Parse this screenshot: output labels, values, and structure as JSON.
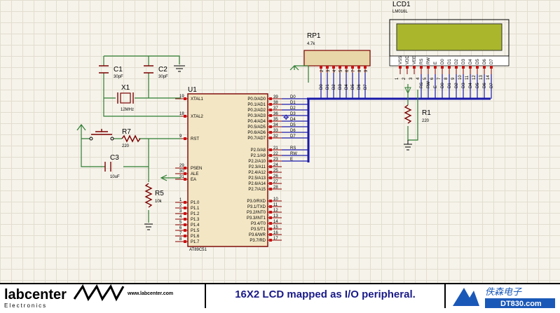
{
  "lcd": {
    "ref": "LCD1",
    "model": "LM016L",
    "pins": [
      "VSS",
      "VDD",
      "VEE",
      "RS",
      "RW",
      "E",
      "D0",
      "D1",
      "D2",
      "D3",
      "D4",
      "D5",
      "D6",
      "D7"
    ],
    "pin_nums": [
      "1",
      "2",
      "3",
      "4",
      "5",
      "6",
      "7",
      "8",
      "9",
      "10",
      "11",
      "12",
      "13",
      "14"
    ]
  },
  "rp1": {
    "ref": "RP1",
    "value": "4.7k",
    "pins": [
      "D0",
      "D1",
      "D2",
      "D3",
      "D4",
      "D5",
      "D6",
      "D7"
    ],
    "pin_nums": [
      "2",
      "3",
      "4",
      "5",
      "6",
      "7",
      "8",
      "9"
    ]
  },
  "mcu": {
    "ref": "U1",
    "part": "AT89C51",
    "left_pins": [
      {
        "num": "19",
        "name": "XTAL1"
      },
      {
        "num": "18",
        "name": "XTAL2"
      },
      {
        "num": "9",
        "name": "RST"
      },
      {
        "num": "29",
        "name": "PSEN"
      },
      {
        "num": "30",
        "name": "ALE"
      },
      {
        "num": "31",
        "name": "EA"
      },
      {
        "num": "1",
        "name": "P1.0"
      },
      {
        "num": "2",
        "name": "P1.1"
      },
      {
        "num": "3",
        "name": "P1.2"
      },
      {
        "num": "4",
        "name": "P1.3"
      },
      {
        "num": "5",
        "name": "P1.4"
      },
      {
        "num": "6",
        "name": "P1.5"
      },
      {
        "num": "7",
        "name": "P1.6"
      },
      {
        "num": "8",
        "name": "P1.7"
      }
    ],
    "right_pins": [
      {
        "num": "39",
        "name": "P0.0/AD0"
      },
      {
        "num": "38",
        "name": "P0.1/AD1"
      },
      {
        "num": "37",
        "name": "P0.2/AD2"
      },
      {
        "num": "36",
        "name": "P0.3/AD3"
      },
      {
        "num": "35",
        "name": "P0.4/AD4"
      },
      {
        "num": "34",
        "name": "P0.5/AD5"
      },
      {
        "num": "33",
        "name": "P0.6/AD6"
      },
      {
        "num": "32",
        "name": "P0.7/AD7"
      },
      {
        "num": "21",
        "name": "P2.0/A8"
      },
      {
        "num": "22",
        "name": "P2.1/A9"
      },
      {
        "num": "23",
        "name": "P2.2/A10"
      },
      {
        "num": "24",
        "name": "P2.3/A11"
      },
      {
        "num": "25",
        "name": "P2.4/A12"
      },
      {
        "num": "26",
        "name": "P2.5/A13"
      },
      {
        "num": "27",
        "name": "P2.6/A14"
      },
      {
        "num": "28",
        "name": "P2.7/A15"
      },
      {
        "num": "10",
        "name": "P3.0/RXD"
      },
      {
        "num": "11",
        "name": "P3.1/TXD"
      },
      {
        "num": "12",
        "name": "P3.2/INT0"
      },
      {
        "num": "13",
        "name": "P3.3/INT1"
      },
      {
        "num": "14",
        "name": "P3.4/T0"
      },
      {
        "num": "15",
        "name": "P3.5/T1"
      },
      {
        "num": "16",
        "name": "P3.6/WR"
      },
      {
        "num": "17",
        "name": "P3.7/RD"
      }
    ]
  },
  "nets": {
    "data": [
      "D0",
      "D1",
      "D2",
      "D3",
      "D4",
      "D5",
      "D6",
      "D7"
    ],
    "ctrl": [
      "RS",
      "RW",
      "E"
    ]
  },
  "c1": {
    "ref": "C1",
    "value": "30pF"
  },
  "c2": {
    "ref": "C2",
    "value": "30pF"
  },
  "c3": {
    "ref": "C3",
    "value": "10uF"
  },
  "x1": {
    "ref": "X1",
    "value": "12MHz"
  },
  "r1": {
    "ref": "R1",
    "value": "220"
  },
  "r5": {
    "ref": "R5",
    "value": "10k"
  },
  "r7": {
    "ref": "R7",
    "value": "220"
  },
  "footer": {
    "logo_text": "labcenter",
    "logo_sub": "Electronics",
    "logo_url": "www.labcenter.com",
    "caption": "16X2 LCD mapped as I/O peripheral.",
    "brand_cn": "佚森电子",
    "brand_site": "DT830.com"
  }
}
